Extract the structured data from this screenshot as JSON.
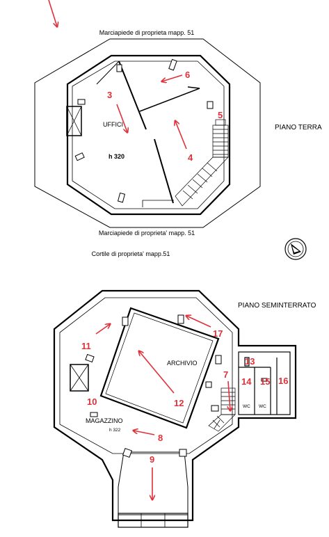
{
  "floors": {
    "ground": {
      "title": "PIANO TERRA",
      "top_note": "Marciapiede di proprieta mapp. 51",
      "bottom_note": "Marciapiede di proprieta' mapp. 51",
      "courtyard_note": "Cortile di proprieta' mapp.51",
      "room_label": "UFFICI",
      "height_label": "h 320"
    },
    "basement": {
      "title": "PIANO SEMINTERRATO",
      "archive_label": "ARCHIVIO",
      "storage_label": "MAGAZZINO",
      "storage_height": "h 322",
      "wc_left": "WC",
      "wc_right": "WC"
    }
  },
  "markers": [
    "3",
    "4",
    "5",
    "6",
    "7",
    "8",
    "9",
    "10",
    "11",
    "12",
    "13",
    "14",
    "15",
    "16",
    "17"
  ],
  "colors": {
    "marker": "#e0303a",
    "lines": "#000000"
  },
  "icons": {
    "north": "compass-icon"
  }
}
